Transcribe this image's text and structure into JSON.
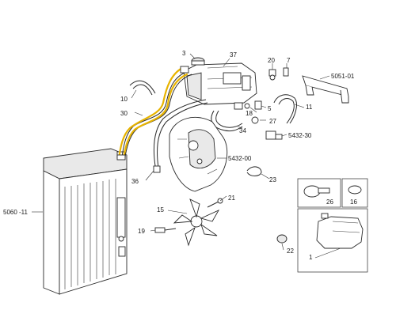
{
  "callouts": {
    "c3": "3",
    "c37": "37",
    "c20": "20",
    "c7": "7",
    "c5051": "5051-01",
    "c10": "10",
    "c30": "30",
    "c5": "5",
    "c11": "11",
    "c18": "18",
    "c27": "27",
    "c5432_30": "5432-30",
    "c34": "34",
    "c36": "36",
    "c5432_00": "5432-00",
    "c23": "23",
    "c5060": "5060 -11",
    "c21": "21",
    "c15": "15",
    "c19": "19",
    "c26": "26",
    "c16": "16",
    "c22": "22",
    "c1": "1"
  },
  "highlight_color": "#e8b400"
}
